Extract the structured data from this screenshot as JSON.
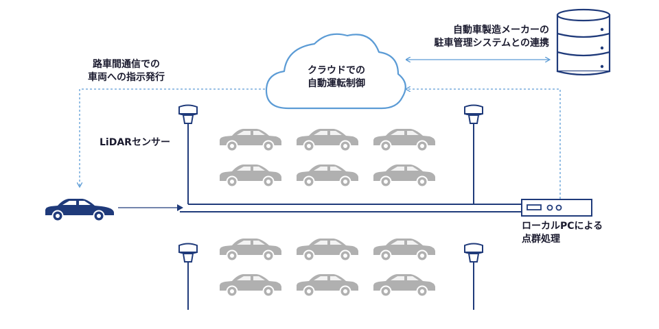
{
  "labels": {
    "v2x_line1": "路車間通信での",
    "v2x_line2": "車両への指示発行",
    "cloud_line1": "クラウドでの",
    "cloud_line2": "自動運転制御",
    "maker_line1": "自動車製造メーカーの",
    "maker_line2": "駐車管理システムとの連携",
    "lidar": "LiDARセンサー",
    "local_line1": "ローカルPCによる",
    "local_line2": "点群処理"
  },
  "icons": {
    "cloud": "cloud-icon",
    "database": "database-icon",
    "car_active": "car-icon",
    "car_parked": "parked-car-icon",
    "sensor": "lidar-sensor-icon",
    "pc": "local-pc-icon"
  },
  "colors": {
    "navy": "#1f3a7a",
    "light_blue": "#5b9bd5",
    "parked_car": "#b0b0b0",
    "text": "#1a1a2e"
  }
}
